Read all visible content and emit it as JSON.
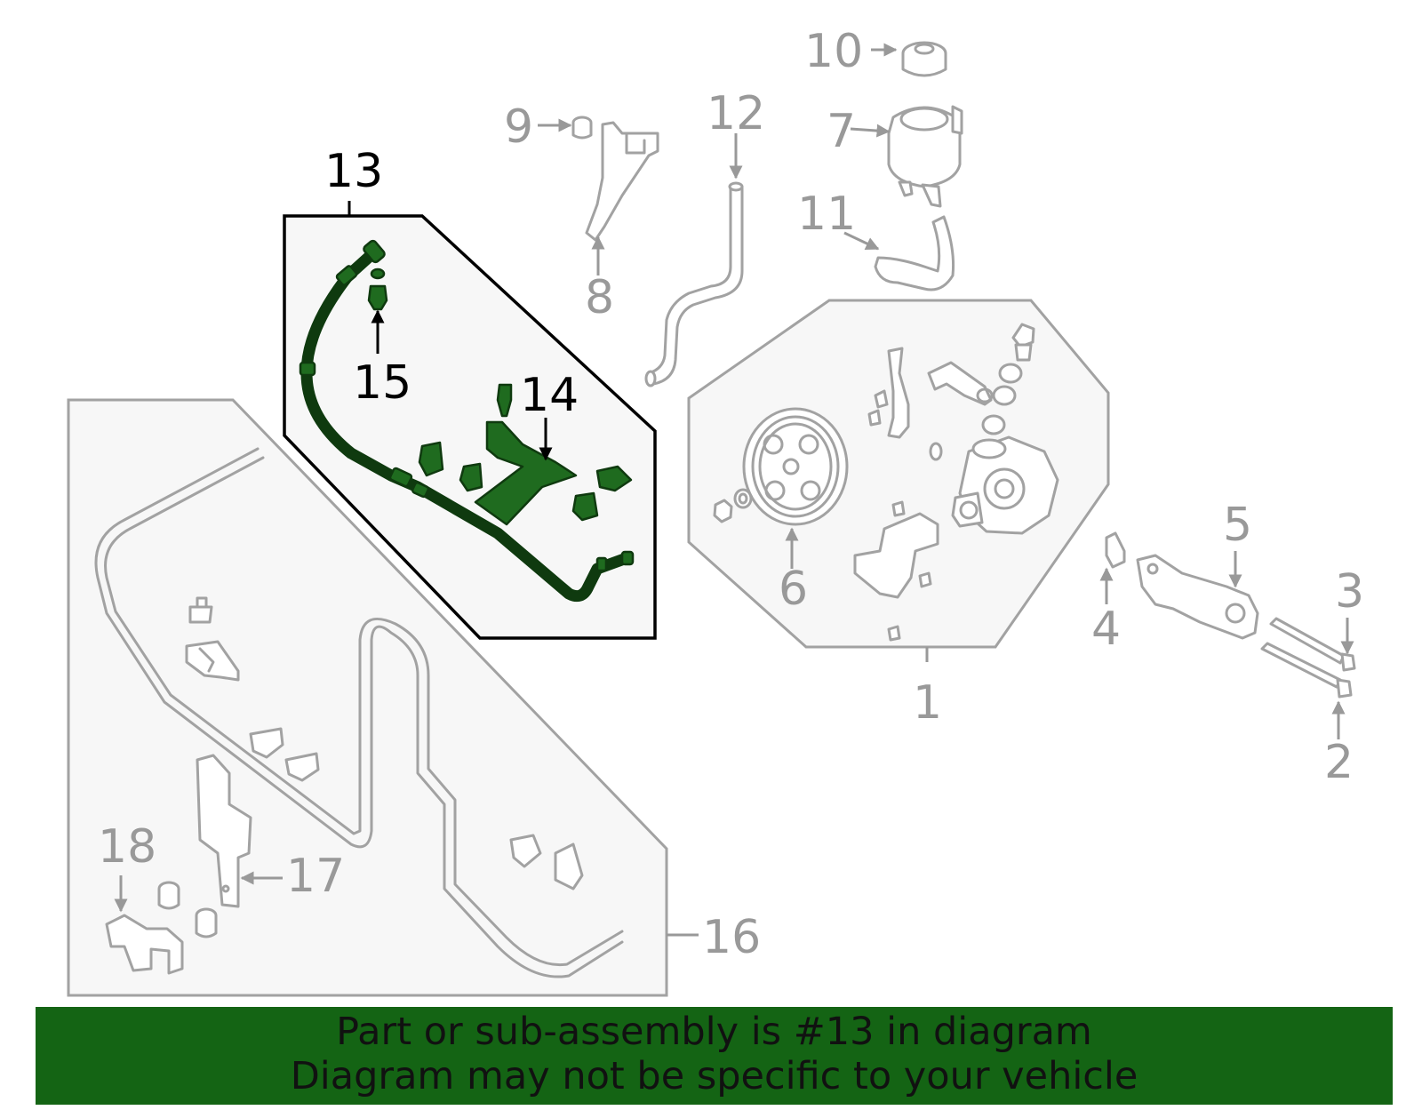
{
  "callouts": {
    "c1": "1",
    "c2": "2",
    "c3": "3",
    "c4": "4",
    "c5": "5",
    "c6": "6",
    "c7": "7",
    "c8": "8",
    "c9": "9",
    "c10": "10",
    "c11": "11",
    "c12": "12",
    "c13": "13",
    "c14": "14",
    "c15": "15",
    "c16": "16",
    "c17": "17",
    "c18": "18"
  },
  "highlighted_part": "13",
  "colors": {
    "highlight_fill": "#1f6b1f",
    "banner_background": "#146414",
    "callout_gray": "#999999"
  },
  "banner": {
    "line1": "Part or sub-assembly is #13 in diagram",
    "line2": "Diagram may not be specific to your vehicle"
  }
}
